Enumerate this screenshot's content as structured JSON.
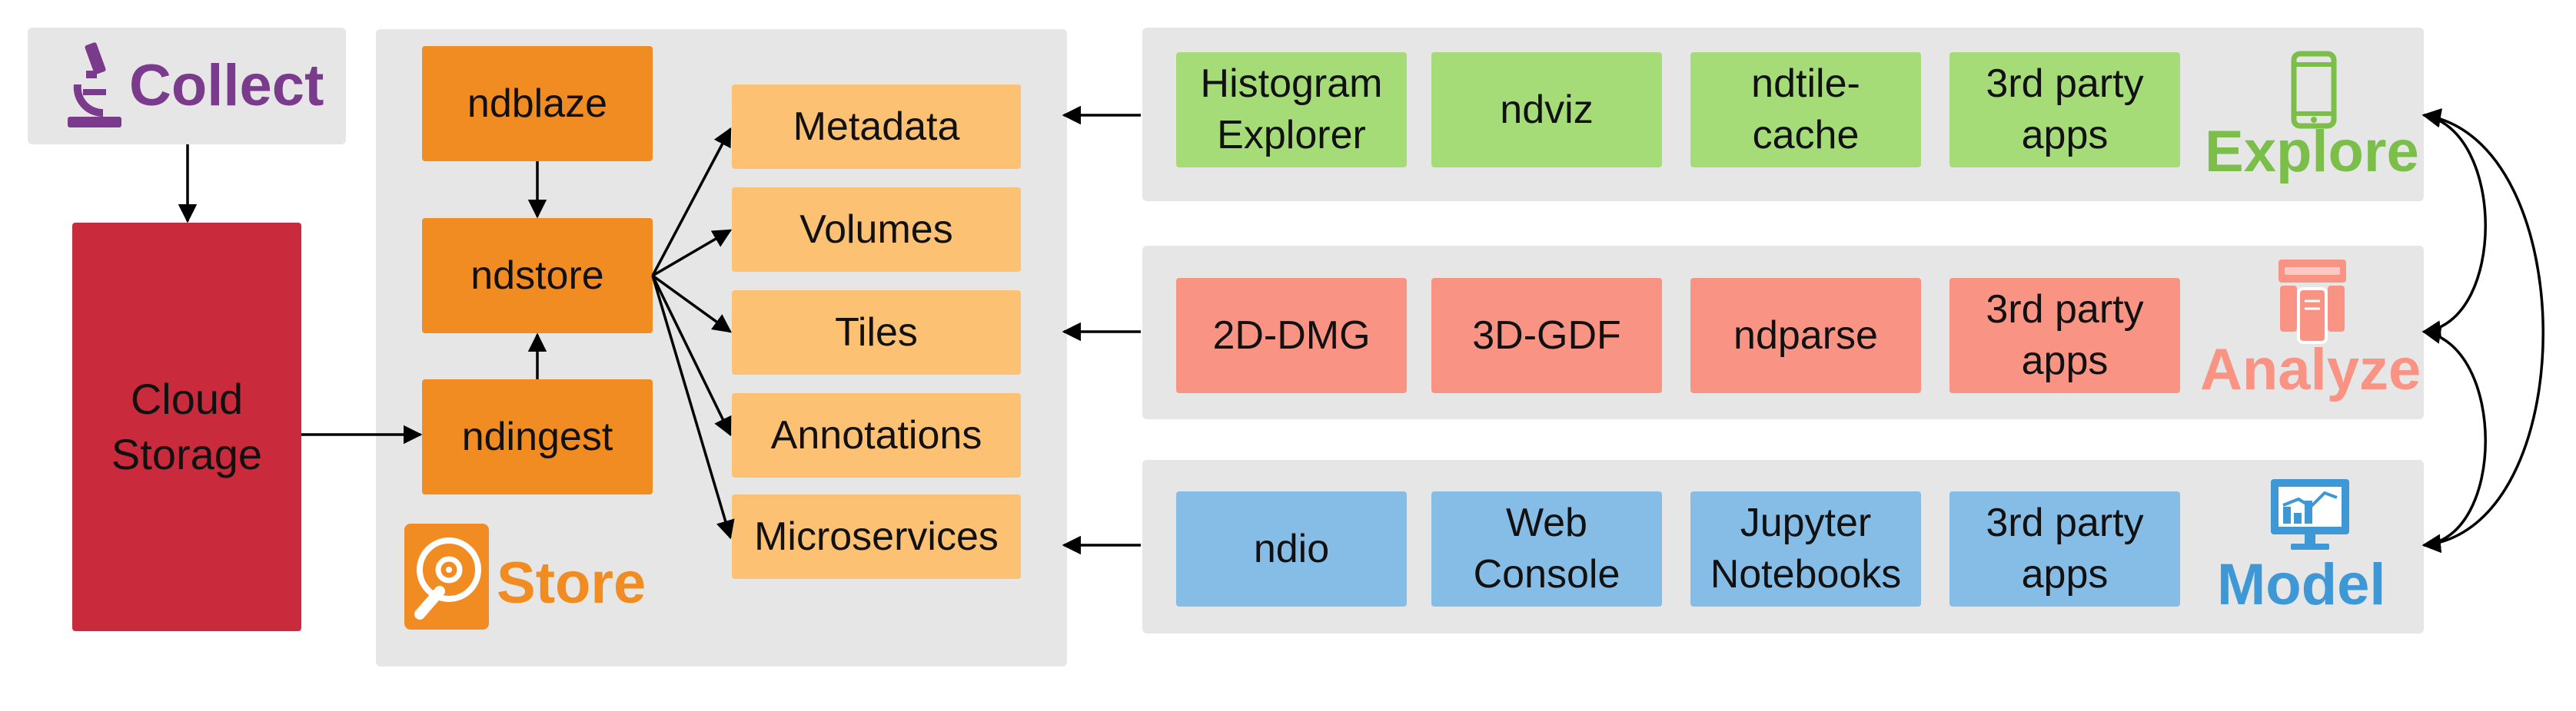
{
  "collect": {
    "title": "Collect"
  },
  "cloud_storage": {
    "label": "Cloud\nStorage"
  },
  "store": {
    "title": "Store",
    "services": [
      "ndblaze",
      "ndstore",
      "ndingest"
    ],
    "data_types": [
      "Metadata",
      "Volumes",
      "Tiles",
      "Annotations",
      "Microservices"
    ]
  },
  "explore": {
    "title": "Explore",
    "apps": [
      "Histogram\nExplorer",
      "ndviz",
      "ndtile-\ncache",
      "3rd party\napps"
    ]
  },
  "analyze": {
    "title": "Analyze",
    "apps": [
      "2D-DMG",
      "3D-GDF",
      "ndparse",
      "3rd party\napps"
    ]
  },
  "model": {
    "title": "Model",
    "apps": [
      "ndio",
      "Web\nConsole",
      "Jupyter\nNotebooks",
      "3rd party\napps"
    ]
  },
  "colors": {
    "collect": "#7b3b8c",
    "store": "#f08c21",
    "explore": "#7bbf4a",
    "analyze": "#f99384",
    "model": "#3e98d6",
    "cloud": "#c92b3c"
  },
  "icons": {
    "collect": "microscope-icon",
    "store": "hard-drive-icon",
    "explore": "smartphone-icon",
    "analyze": "server-devices-icon",
    "model": "monitor-chart-icon"
  }
}
